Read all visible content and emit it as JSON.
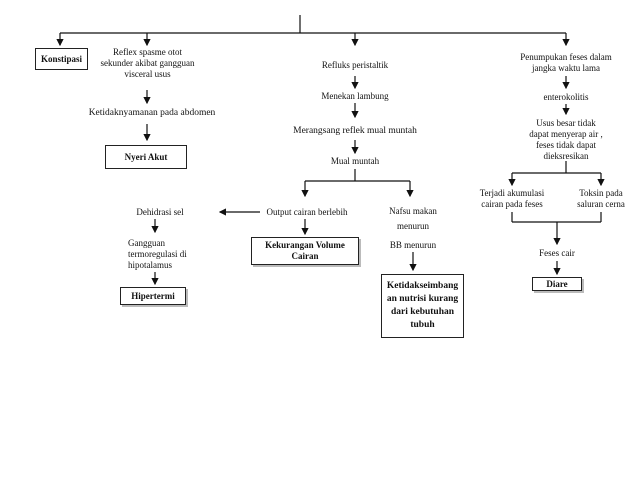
{
  "nodes": {
    "konstipasi": "Konstipasi",
    "reflex_spasme": [
      "Reflex spasme otot",
      "sekunder akibat gangguan",
      "visceral usus"
    ],
    "ketidaknyamanan": "Ketidaknyamanan pada abdomen",
    "nyeri_akut": "Nyeri Akut",
    "refluks": "Refluks peristaltik",
    "menekan": "Menekan lambung",
    "merangsang": "Merangsang reflek mual muntah",
    "mual_muntah": "Mual muntah",
    "penumpukan": [
      "Penumpukan feses dalam",
      "jangka waktu lama"
    ],
    "enterokolitis": "enterokolitis",
    "usus_besar": [
      "Usus besar tidak",
      "dapat menyerap air ,",
      "feses tidak dapat",
      "dieksresikan"
    ],
    "terjadi_akumulasi": [
      "Terjadi akumulasi",
      "cairan pada feses"
    ],
    "toksin": [
      "Toksin pada",
      "saluran cerna"
    ],
    "feses_cair": "Feses cair",
    "diare": "Diare",
    "dehidrasi": "Dehidrasi sel",
    "output_cairan": "Output cairan berlebih",
    "nafsu_makan": [
      "Nafsu makan",
      "menurun"
    ],
    "gangguan": [
      "Gangguan",
      "termoregulasi di",
      "hipotalamus"
    ],
    "kekurangan": [
      "Kekurangan Volume",
      "Cairan"
    ],
    "bb_menurun": "BB menurun",
    "hipertermi": "Hipertermi",
    "ketidakseimbangan": [
      "Ketidakseimbang",
      "an nutrisi kurang",
      "dari kebutuhan",
      "tubuh"
    ]
  }
}
